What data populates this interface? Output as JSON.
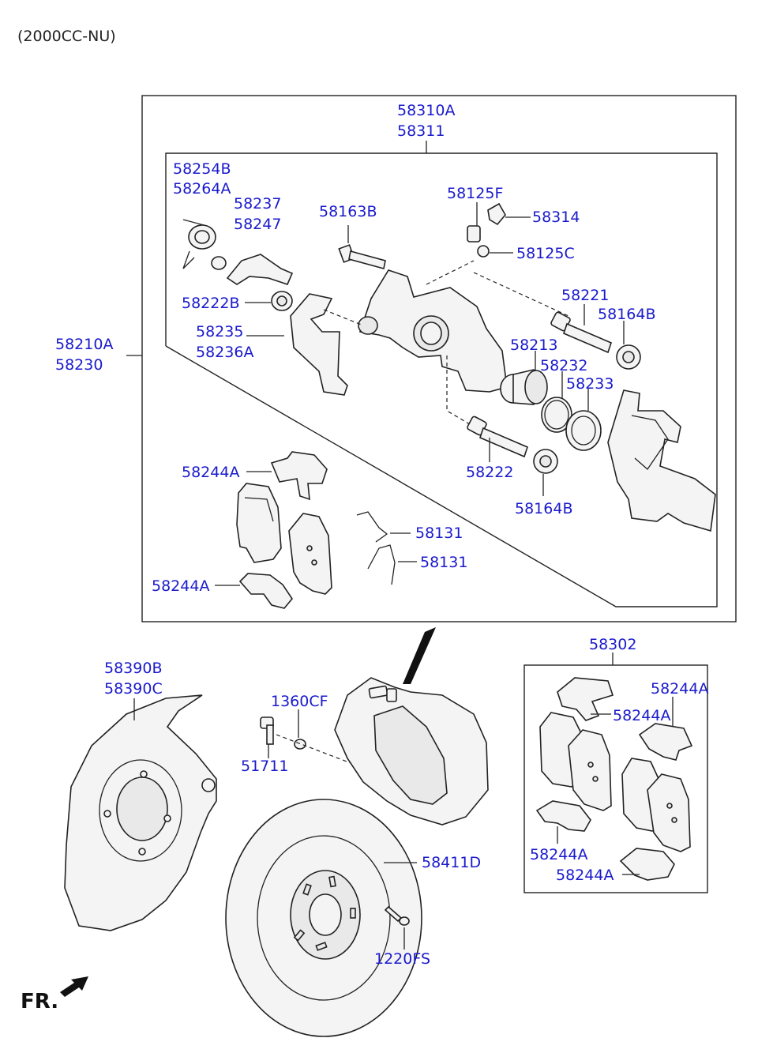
{
  "header": {
    "engine_variant": "(2000CC-NU)"
  },
  "direction_marker": {
    "label": "FR."
  },
  "callouts": {
    "caliper_assy": [
      "58310A",
      "58311"
    ],
    "caliper_kit": [
      "58210A",
      "58230"
    ],
    "spring_a": [
      "58254B",
      "58264A"
    ],
    "bracket_a": [
      "58237",
      "58247"
    ],
    "bleeder_cap_outer": "58125F",
    "bleeder_cap": "58314",
    "bleeder_screw": "58125C",
    "bolt": "58163B",
    "boot_a": "58222B",
    "bracket_b": [
      "58235",
      "58236A"
    ],
    "guide_pin_upper": "58221",
    "boot_upper": "58164B",
    "piston": "58213",
    "seal": "58232",
    "boot_piston": "58233",
    "guide_pin_lower": "58222",
    "boot_lower": "58164B",
    "shim_upper": "58244A",
    "shim_lower": "58244A",
    "spring_clip_1": "58131",
    "spring_clip_2": "58131",
    "pad_kit": "58302",
    "kit_shim_1": "58244A",
    "kit_shim_2": "58244A",
    "kit_shim_3": "58244A",
    "kit_shim_4": "58244A",
    "dust_cover": [
      "58390B",
      "58390C"
    ],
    "washer": "1360CF",
    "mount_bolt": "51711",
    "disc": "58411D",
    "disc_screw": "1220FS"
  }
}
